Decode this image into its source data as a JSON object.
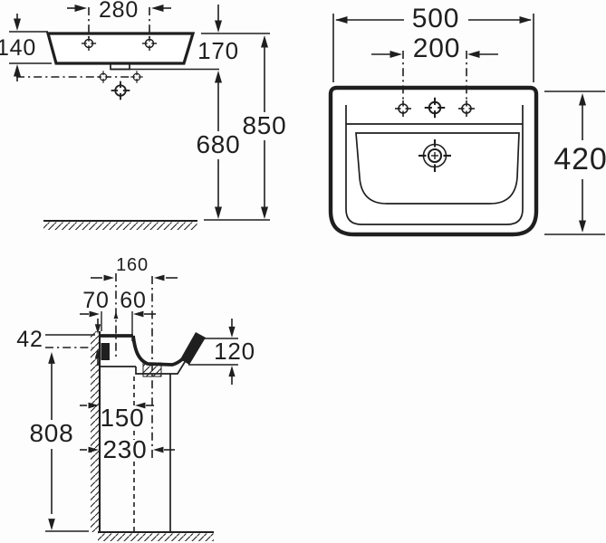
{
  "drawing": {
    "type": "technical-dimension-drawing",
    "subject": "wall-hung washbasin with pedestal",
    "colors": {
      "line": "#1f1f1f",
      "background": "#fdfdfd"
    },
    "views": {
      "front_elevation": {
        "dims": {
          "fixing_hole_spacing": "280",
          "rim_to_body_drop": "140",
          "rim_to_outlet_ledge": "170",
          "floor_to_underside": "680",
          "floor_to_rim": "850"
        },
        "symbols": {
          "fixing_hole": "crosshair",
          "supply_point": "crosshair",
          "drain_point": "crosshair-target"
        }
      },
      "plan": {
        "dims": {
          "overall_width": "500",
          "tap_hole_spacing": "200",
          "overall_depth": "420"
        },
        "symbols": {
          "tap_hole": "crosshair",
          "drain": "crosshair-target"
        }
      },
      "side_section": {
        "dims": {
          "centre_spacing": "160",
          "wall_to_fixing": "70",
          "fixing_to_tap": "60",
          "rim_to_supply_drop": "42",
          "rim_apron_height": "120",
          "floor_to_supply": "808",
          "wall_to_waste_outlet": "150",
          "wall_to_trap_centre": "230"
        }
      }
    }
  }
}
